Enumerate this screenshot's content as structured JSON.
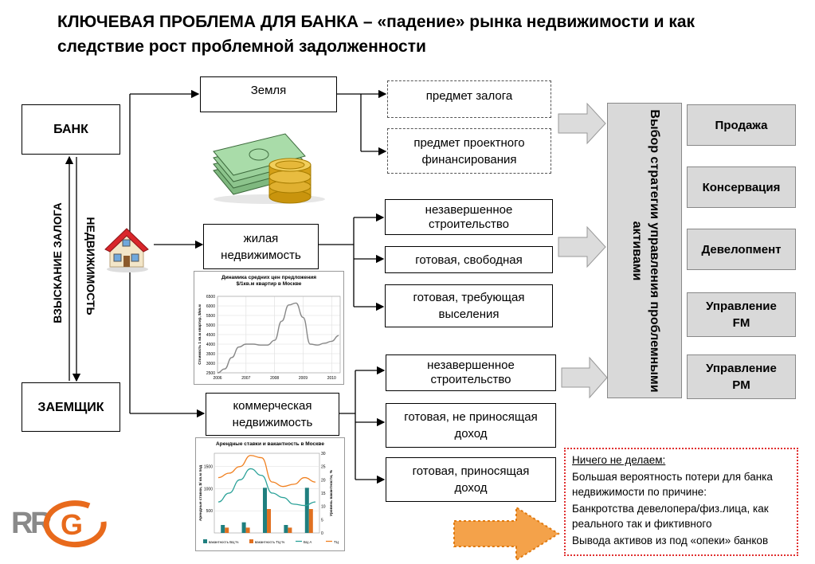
{
  "title": "КЛЮЧЕВАЯ ПРОБЛЕМА ДЛЯ БАНКА – «падение» рынка недвижимости и как следствие рост проблемной задолженности",
  "left": {
    "bank": "БАНК",
    "borrower": "ЗАЕМЩИК",
    "collection": "ВЗЫСКАНИЕ ЗАЛОГА",
    "realty": "НЕДВИЖИМОСТЬ"
  },
  "categories": {
    "land": "Земля",
    "residential": "жилая недвижимость",
    "commercial": "коммерческая недвижимость"
  },
  "sub": {
    "land": [
      "предмет залога",
      "предмет проектного финансирования"
    ],
    "residential": [
      "незавершенное строительство",
      "готовая, свободная",
      "готовая, требующая выселения"
    ],
    "commercial": [
      "незавершенное строительство",
      "готовая, не приносящая доход",
      "готовая, приносящая доход"
    ]
  },
  "strategy": "Выбор стратегии управления проблемными активами",
  "options": [
    "Продажа",
    "Консервация",
    "Девелопмент",
    "Управление FM",
    "Управление PM"
  ],
  "note": {
    "heading": "Ничего не делаем:",
    "lines": [
      "Большая вероятность потери для банка недвижимости по причине:",
      "Банкротства девелопера/физ.лица, как реального так и фиктивного",
      "Вывода активов из под «опеки» банков"
    ]
  },
  "logo": "RRG",
  "chart_data": [
    {
      "type": "line",
      "title": "Динамика средних цен предложения $/1кв.м квартир в Москве",
      "ylabel": "Стоимость 1 кв.м квартир, $/кв.м",
      "x_ticks": [
        "2006",
        "2007",
        "2008",
        "2009",
        "2010"
      ],
      "y_ticks": [
        "2500",
        "3000",
        "3500",
        "4000",
        "4500",
        "5000",
        "5500",
        "6000",
        "6500"
      ],
      "ylim": [
        2500,
        6500
      ],
      "x": [
        2006.0,
        2006.25,
        2006.5,
        2006.75,
        2007.0,
        2007.25,
        2007.5,
        2007.75,
        2008.0,
        2008.25,
        2008.5,
        2008.75,
        2009.0,
        2009.25,
        2009.5,
        2009.75,
        2010.0,
        2010.25
      ],
      "values": [
        2500,
        2700,
        3300,
        3850,
        4000,
        4000,
        3950,
        3950,
        4200,
        5200,
        6050,
        6150,
        5400,
        4000,
        3950,
        4050,
        4150,
        4450
      ],
      "color": "#888888"
    },
    {
      "type": "bar",
      "title": "Арендные ставки и вакантность в Москве",
      "ylabel": "Арендные ставки, $/ кв.м под",
      "y2label": "Уровень вакантности, %",
      "y_ticks": [
        "500",
        "1000",
        "1500"
      ],
      "y2_ticks": [
        "0",
        "5",
        "10",
        "15",
        "20",
        "25",
        "30"
      ],
      "ylim": [
        0,
        1800
      ],
      "y2lim": [
        0,
        30
      ],
      "series": [
        {
          "name": "вакантность БЦ %",
          "kind": "bar",
          "axis": "y2",
          "color": "#1f7f7f",
          "values": [
            3,
            4,
            17,
            3,
            17
          ]
        },
        {
          "name": "вакантность ТЦ %",
          "kind": "bar",
          "axis": "y2",
          "color": "#e07020",
          "values": [
            2,
            2,
            9,
            2,
            9
          ]
        },
        {
          "name": "БЦ A",
          "kind": "line",
          "axis": "y",
          "color": "#2aa198",
          "values": [
            700,
            900,
            1200,
            1450,
            1300,
            900,
            800,
            650,
            620,
            700
          ]
        },
        {
          "name": "ТЦ",
          "kind": "line",
          "axis": "y",
          "color": "#f08020",
          "values": [
            1250,
            1350,
            1500,
            1750,
            1700,
            1150,
            1050,
            1100,
            1250,
            1150
          ]
        }
      ]
    }
  ]
}
